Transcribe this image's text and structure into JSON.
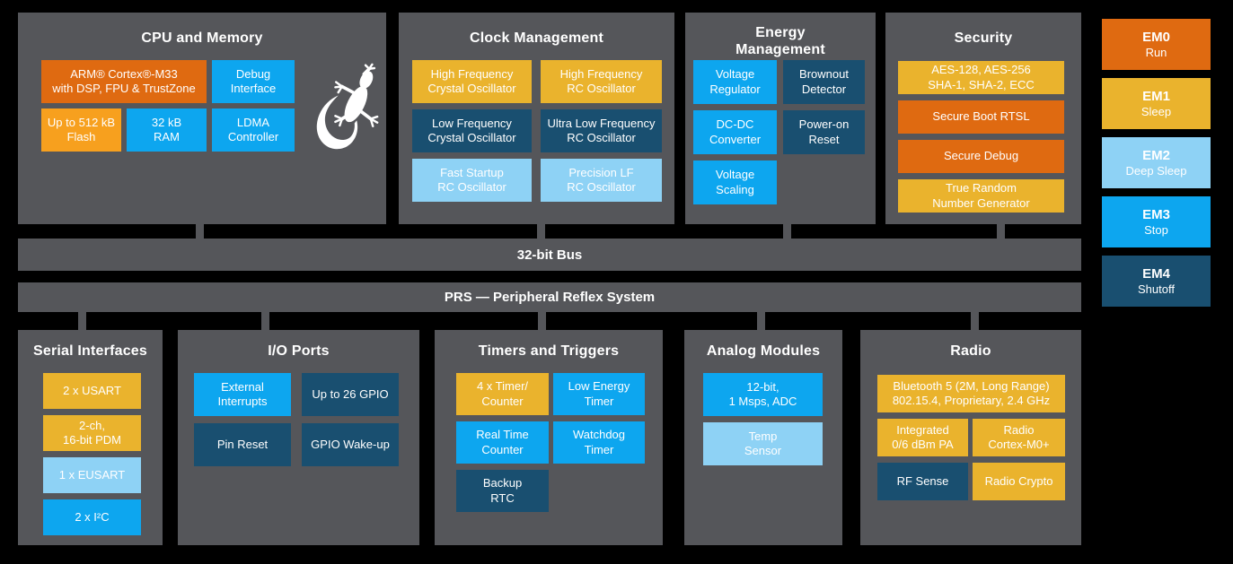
{
  "colors": {
    "background": "#000000",
    "panel": "#55565A",
    "orange": "#DF6A11",
    "gold": "#EAB32D",
    "amber": "#F7A01E",
    "blue": "#0DA6EF",
    "lightblue": "#8ED2F5",
    "navy": "#194F70",
    "text": "#FFFFFF"
  },
  "buses": {
    "system_bus": "32-bit Bus",
    "prs": "PRS — Peripheral Reflex System"
  },
  "panels": {
    "cpu": {
      "title": "CPU and Memory",
      "blocks": [
        {
          "label": "ARM® Cortex®-M33\nwith DSP, FPU & TrustZone",
          "color": "orange",
          "span": 2
        },
        {
          "label": "Debug\nInterface",
          "color": "blue"
        },
        {
          "label": "Up to 512 kB\nFlash",
          "color": "amber"
        },
        {
          "label": "32 kB\nRAM",
          "color": "blue"
        },
        {
          "label": "LDMA\nController",
          "color": "blue"
        }
      ]
    },
    "clock": {
      "title": "Clock Management",
      "blocks": [
        {
          "label": "High Frequency\nCrystal Oscillator",
          "color": "gold"
        },
        {
          "label": "High Frequency\nRC Oscillator",
          "color": "gold"
        },
        {
          "label": "Low Frequency\nCrystal Oscillator",
          "color": "navy"
        },
        {
          "label": "Ultra Low Frequency\nRC Oscillator",
          "color": "navy"
        },
        {
          "label": "Fast Startup\nRC Oscillator",
          "color": "lightblue"
        },
        {
          "label": "Precision LF\nRC Oscillator",
          "color": "lightblue"
        }
      ]
    },
    "energy": {
      "title": "Energy Management",
      "blocks": [
        {
          "label": "Voltage\nRegulator",
          "color": "blue"
        },
        {
          "label": "Brownout\nDetector",
          "color": "navy"
        },
        {
          "label": "DC-DC\nConverter",
          "color": "blue"
        },
        {
          "label": "Power-on\nReset",
          "color": "navy"
        },
        {
          "label": "Voltage\nScaling",
          "color": "blue"
        }
      ]
    },
    "security": {
      "title": "Security",
      "blocks": [
        {
          "label": "AES-128, AES-256\nSHA-1, SHA-2, ECC",
          "color": "gold"
        },
        {
          "label": "Secure Boot RTSL",
          "color": "orange"
        },
        {
          "label": "Secure Debug",
          "color": "orange"
        },
        {
          "label": "True Random\nNumber Generator",
          "color": "gold"
        }
      ]
    },
    "serial": {
      "title": "Serial Interfaces",
      "blocks": [
        {
          "label": "2 x USART",
          "color": "gold"
        },
        {
          "label": "2-ch,\n16-bit PDM",
          "color": "gold"
        },
        {
          "label": "1 x EUSART",
          "color": "lightblue"
        },
        {
          "label": "2 x I²C",
          "color": "blue"
        }
      ]
    },
    "io": {
      "title": "I/O Ports",
      "blocks": [
        {
          "label": "External\nInterrupts",
          "color": "blue"
        },
        {
          "label": "Up to 26 GPIO",
          "color": "navy"
        },
        {
          "label": "Pin Reset",
          "color": "navy"
        },
        {
          "label": "GPIO Wake-up",
          "color": "navy"
        }
      ]
    },
    "timers": {
      "title": "Timers and Triggers",
      "blocks": [
        {
          "label": "4 x Timer/\nCounter",
          "color": "gold"
        },
        {
          "label": "Low Energy\nTimer",
          "color": "blue"
        },
        {
          "label": "Real Time\nCounter",
          "color": "blue"
        },
        {
          "label": "Watchdog\nTimer",
          "color": "blue"
        },
        {
          "label": "Backup\nRTC",
          "color": "navy"
        }
      ]
    },
    "analog": {
      "title": "Analog Modules",
      "blocks": [
        {
          "label": "12-bit,\n1 Msps, ADC",
          "color": "blue"
        },
        {
          "label": "Temp\nSensor",
          "color": "lightblue"
        }
      ]
    },
    "radio": {
      "title": "Radio",
      "blocks": [
        {
          "label": "Bluetooth 5 (2M, Long Range)\n802.15.4, Proprietary, 2.4 GHz",
          "color": "gold",
          "span": 2
        },
        {
          "label": "Integrated\n0/6 dBm PA",
          "color": "gold"
        },
        {
          "label": "Radio\nCortex-M0+",
          "color": "gold"
        },
        {
          "label": "RF Sense",
          "color": "navy"
        },
        {
          "label": "Radio Crypto",
          "color": "gold"
        }
      ]
    }
  },
  "energy_modes": [
    {
      "name": "EM0",
      "mode": "Run",
      "color": "orange"
    },
    {
      "name": "EM1",
      "mode": "Sleep",
      "color": "gold"
    },
    {
      "name": "EM2",
      "mode": "Deep Sleep",
      "color": "lightblue"
    },
    {
      "name": "EM3",
      "mode": "Stop",
      "color": "blue"
    },
    {
      "name": "EM4",
      "mode": "Shutoff",
      "color": "navy"
    }
  ]
}
